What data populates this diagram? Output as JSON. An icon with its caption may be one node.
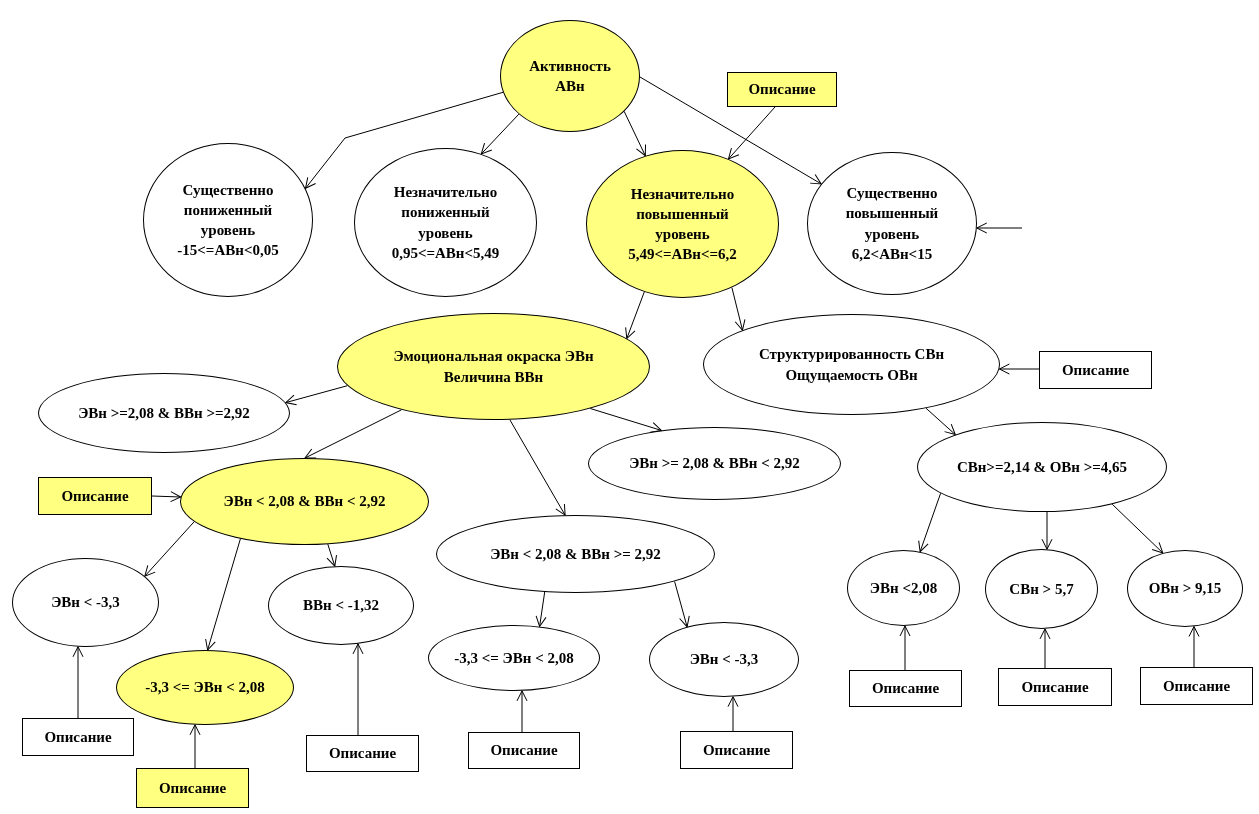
{
  "diagram": {
    "nodes": [
      {
        "text": [
          "Активность АВн"
        ]
      },
      {
        "text": [
          "Описание"
        ]
      },
      {
        "text": [
          "Существенно пониженный уровень",
          "-15<=АВн<0,05"
        ]
      },
      {
        "text": [
          "Незначительно пониженный уровень",
          "0,95<=АВн<5,49"
        ]
      },
      {
        "text": [
          "Незначительно повышенный уровень",
          "5,49<=АВн<=6,2"
        ]
      },
      {
        "text": [
          "Существенно повышенный уровень",
          "6,2<АВн<15"
        ]
      },
      {
        "text": [
          "Эмоциональная окраска ЭВн",
          "Величина ВВн"
        ]
      },
      {
        "text": [
          "Структурированность СВн",
          "Ощущаемость ОВн"
        ]
      },
      {
        "text": [
          "Описание"
        ]
      },
      {
        "text": [
          "ЭВн >=2,08 & ВВн >=2,92"
        ]
      },
      {
        "text": [
          "ЭВн >= 2,08 & ВВн < 2,92"
        ]
      },
      {
        "text": [
          "СВн>=2,14 & ОВн >=4,65"
        ]
      },
      {
        "text": [
          "Описание"
        ]
      },
      {
        "text": [
          "ЭВн < 2,08 & ВВн < 2,92"
        ]
      },
      {
        "text": [
          "ЭВн < 2,08 & ВВн >= 2,92"
        ]
      },
      {
        "text": [
          "ЭВн < -3,3"
        ]
      },
      {
        "text": [
          "ВВн < -1,32"
        ]
      },
      {
        "text": [
          "ЭВн <2,08"
        ]
      },
      {
        "text": [
          "СВн > 5,7"
        ]
      },
      {
        "text": [
          "ОВн > 9,15"
        ]
      },
      {
        "text": [
          "-3,3 <= ЭВн < 2,08"
        ]
      },
      {
        "text": [
          "-3,3 <= ЭВн < 2,08"
        ]
      },
      {
        "text": [
          "ЭВн < -3,3"
        ]
      },
      {
        "text": [
          "Описание"
        ]
      },
      {
        "text": [
          "Описание"
        ]
      },
      {
        "text": [
          "Описание"
        ]
      },
      {
        "text": [
          "Описание"
        ]
      },
      {
        "text": [
          "Описание"
        ]
      },
      {
        "text": [
          "Описание"
        ]
      },
      {
        "text": [
          "Описание"
        ]
      },
      {
        "text": [
          "Описание"
        ]
      }
    ],
    "edges": [
      {
        "from": 0,
        "to": 2,
        "arrow": "to"
      },
      {
        "from": 0,
        "to": 3,
        "arrow": "to"
      },
      {
        "from": 0,
        "to": 4,
        "arrow": "to"
      },
      {
        "from": 0,
        "to": 5,
        "arrow": "to"
      },
      {
        "from": 1,
        "to": 4,
        "arrow": "to"
      },
      {
        "from": null,
        "to": 5,
        "arrow": "to"
      },
      {
        "from": 4,
        "to": 6,
        "arrow": "to"
      },
      {
        "from": 4,
        "to": 7,
        "arrow": "to"
      },
      {
        "from": 8,
        "to": 7,
        "arrow": "to"
      },
      {
        "from": 6,
        "to": 9,
        "arrow": "to"
      },
      {
        "from": 6,
        "to": 13,
        "arrow": "to"
      },
      {
        "from": 6,
        "to": 14,
        "arrow": "to"
      },
      {
        "from": 6,
        "to": 10,
        "arrow": "to"
      },
      {
        "from": 7,
        "to": 11,
        "arrow": "to"
      },
      {
        "from": 12,
        "to": 13,
        "arrow": "to"
      },
      {
        "from": 13,
        "to": 15,
        "arrow": "to"
      },
      {
        "from": 13,
        "to": 20,
        "arrow": "to"
      },
      {
        "from": 13,
        "to": 16,
        "arrow": "to"
      },
      {
        "from": 14,
        "to": 21,
        "arrow": "to"
      },
      {
        "from": 14,
        "to": 22,
        "arrow": "to"
      },
      {
        "from": 11,
        "to": 17,
        "arrow": "to"
      },
      {
        "from": 11,
        "to": 18,
        "arrow": "to"
      },
      {
        "from": 11,
        "to": 19,
        "arrow": "to"
      },
      {
        "from": 23,
        "to": 15,
        "arrow": "to"
      },
      {
        "from": 30,
        "to": 20,
        "arrow": "to"
      },
      {
        "from": 24,
        "to": 16,
        "arrow": "to"
      },
      {
        "from": 25,
        "to": 21,
        "arrow": "to"
      },
      {
        "from": 26,
        "to": 22,
        "arrow": "to"
      },
      {
        "from": 27,
        "to": 17,
        "arrow": "to"
      },
      {
        "from": 28,
        "to": 18,
        "arrow": "to"
      },
      {
        "from": 29,
        "to": 19,
        "arrow": "to"
      }
    ]
  }
}
